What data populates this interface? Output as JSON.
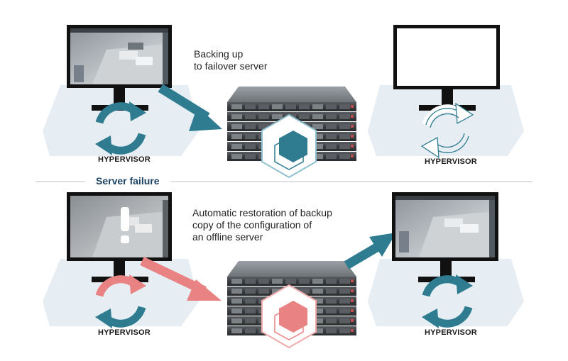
{
  "colors": {
    "teal": "#2f7c91",
    "coral": "#e98282",
    "shadow": "#e6edf3",
    "divider": "#b9c2c9",
    "title": "#1c4263"
  },
  "top": {
    "note_line1": "Backing up",
    "note_line2": "to failover server",
    "hypervisor_left": "HYPERVISOR",
    "hypervisor_right": "HYPERVISOR"
  },
  "divider": {
    "title": "Server failure"
  },
  "bottom": {
    "note_line1": "Automatic restoration of backup",
    "note_line2": "copy of the configuration of",
    "note_line3": "an offline server",
    "hypervisor_left": "HYPERVISOR",
    "hypervisor_right": "HYPERVISOR"
  },
  "icons": {
    "alert": "exclamation-icon",
    "sync": "sync-icon",
    "backup": "backup-cube-icon"
  }
}
